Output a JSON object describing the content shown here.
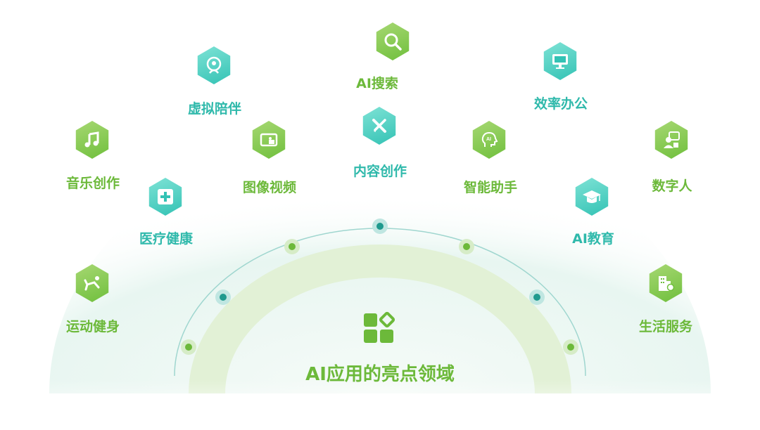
{
  "center": {
    "title": "AI应用的亮点领域",
    "icon": "apps-grid-icon"
  },
  "colors": {
    "green": "#6cb93a",
    "teal": "#2fb9ab",
    "arc_fill": "#e4f3da",
    "bg_glow": "#eaf7f2"
  },
  "items": [
    {
      "id": "ai-search",
      "label": "AI搜索",
      "icon": "search-icon",
      "color": "green"
    },
    {
      "id": "virtual-companion",
      "label": "虚拟陪伴",
      "icon": "companion-icon",
      "color": "teal"
    },
    {
      "id": "office-efficiency",
      "label": "效率办公",
      "icon": "monitor-icon",
      "color": "teal"
    },
    {
      "id": "music-creation",
      "label": "音乐创作",
      "icon": "music-note-icon",
      "color": "green"
    },
    {
      "id": "image-video",
      "label": "图像视频",
      "icon": "image-video-icon",
      "color": "green"
    },
    {
      "id": "content-creation",
      "label": "内容创作",
      "icon": "pen-ruler-icon",
      "color": "teal"
    },
    {
      "id": "smart-assistant",
      "label": "智能助手",
      "icon": "ai-head-icon",
      "color": "green"
    },
    {
      "id": "digital-human",
      "label": "数字人",
      "icon": "digital-human-icon",
      "color": "green"
    },
    {
      "id": "healthcare",
      "label": "医疗健康",
      "icon": "medical-cross-icon",
      "color": "teal"
    },
    {
      "id": "ai-education",
      "label": "AI教育",
      "icon": "graduation-cap-icon",
      "color": "teal"
    },
    {
      "id": "sports-fitness",
      "label": "运动健身",
      "icon": "fitness-icon",
      "color": "green"
    },
    {
      "id": "life-services",
      "label": "生活服务",
      "icon": "building-icon",
      "color": "green"
    }
  ]
}
